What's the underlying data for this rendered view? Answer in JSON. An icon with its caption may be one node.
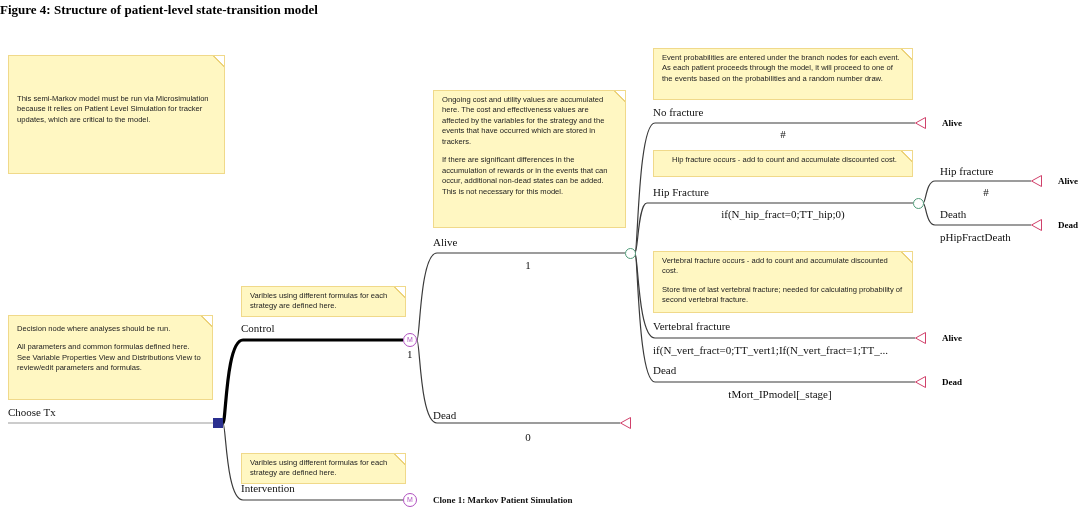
{
  "diagram": {
    "title": "Figure 4: Structure of patient-level state-transition model",
    "nodes": [
      {
        "text": [
          "This semi-Markov model must be run via Microsimulation because it relies on Patient Level Simulation for tracker updates, which are critical to the model."
        ]
      },
      {
        "text": [
          "Decision node where analyses should be run.",
          "All parameters and common formulas defined here. See Variable Properties View and Distributions View to review/edit parameters and formulas."
        ]
      },
      {
        "text": [],
        "shape": "box"
      },
      {
        "text": [
          "Varibles using different formulas for each strategy are defined here."
        ]
      },
      {
        "text": [
          "M"
        ]
      },
      {
        "text": [
          "Ongoing cost and utility values are accumulated here. The cost and effectiveness values are affected by the variables for the strategy and the events that have occurred which are stored in trackers.",
          "If there are significant differences in the accumulation of rewards or in the events that can occur, additional non-dead states can be added. This is not necessary for this model."
        ]
      },
      {
        "text": [],
        "shape": "circle"
      },
      {
        "text": [
          "Event probabilities are entered under the branch nodes for each event. As each patient proceeds through the model, it will proceed to one of the events based on the probabilities and a random number draw."
        ]
      },
      {
        "text": [
          "Alive"
        ]
      },
      {
        "text": [
          "Hip fracture occurs - add to count and accumulate discounted cost."
        ]
      },
      {
        "text": [],
        "shape": "circle"
      },
      {
        "text": [
          "Alive"
        ]
      },
      {
        "text": [
          "Dead"
        ]
      },
      {
        "text": [
          "Vertebral fracture occurs - add to count and accumulate discounted cost.",
          "Store time of last vertebral fracture; needed for calculating probability of second vertebral fracture."
        ]
      },
      {
        "text": [
          "Alive"
        ]
      },
      {
        "text": [
          "Dead"
        ]
      },
      {
        "text": [],
        "shape": "triangle"
      },
      {
        "text": [
          "Varibles using different formulas for each strategy are defined here."
        ]
      },
      {
        "text": [
          "M"
        ],
        "beside": [
          "Clone 1: Markov Patient Simulation"
        ]
      }
    ],
    "edges": [
      {
        "from": null,
        "to": 2,
        "arrow": "none",
        "label": "Choose Tx",
        "color": "#999999"
      },
      {
        "from": 2,
        "to": 4,
        "arrow": "none",
        "label": "Control",
        "style": "thick"
      },
      {
        "from": 2,
        "to": 18,
        "arrow": "none",
        "label": "Intervention"
      },
      {
        "from": 4,
        "to": 6,
        "arrow": "none",
        "label": "Alive"
      },
      {
        "from": 4,
        "to": 16,
        "arrow": "none",
        "label": "Dead"
      },
      {
        "from": 6,
        "to": 8,
        "arrow": "none",
        "label": "No fracture"
      },
      {
        "from": 6,
        "to": 10,
        "arrow": "none",
        "label": "Hip Fracture"
      },
      {
        "from": 6,
        "to": 14,
        "arrow": "none",
        "label": "Vertebral fracture"
      },
      {
        "from": 6,
        "to": 15,
        "arrow": "none",
        "label": "Dead"
      },
      {
        "from": 10,
        "to": 11,
        "arrow": "none",
        "label": "Hip fracture"
      },
      {
        "from": 10,
        "to": 12,
        "arrow": "none",
        "label": "Death"
      }
    ],
    "labels": [
      "1",
      "1",
      "0",
      "#",
      "if(N_hip_fract=0;TT_hip;0)",
      "#",
      "pHipFractDeath",
      "if(N_vert_fract=0;TT_vert1;If(N_vert_fract=1;TT_...",
      "tMort_IPmodel[_stage]"
    ]
  }
}
